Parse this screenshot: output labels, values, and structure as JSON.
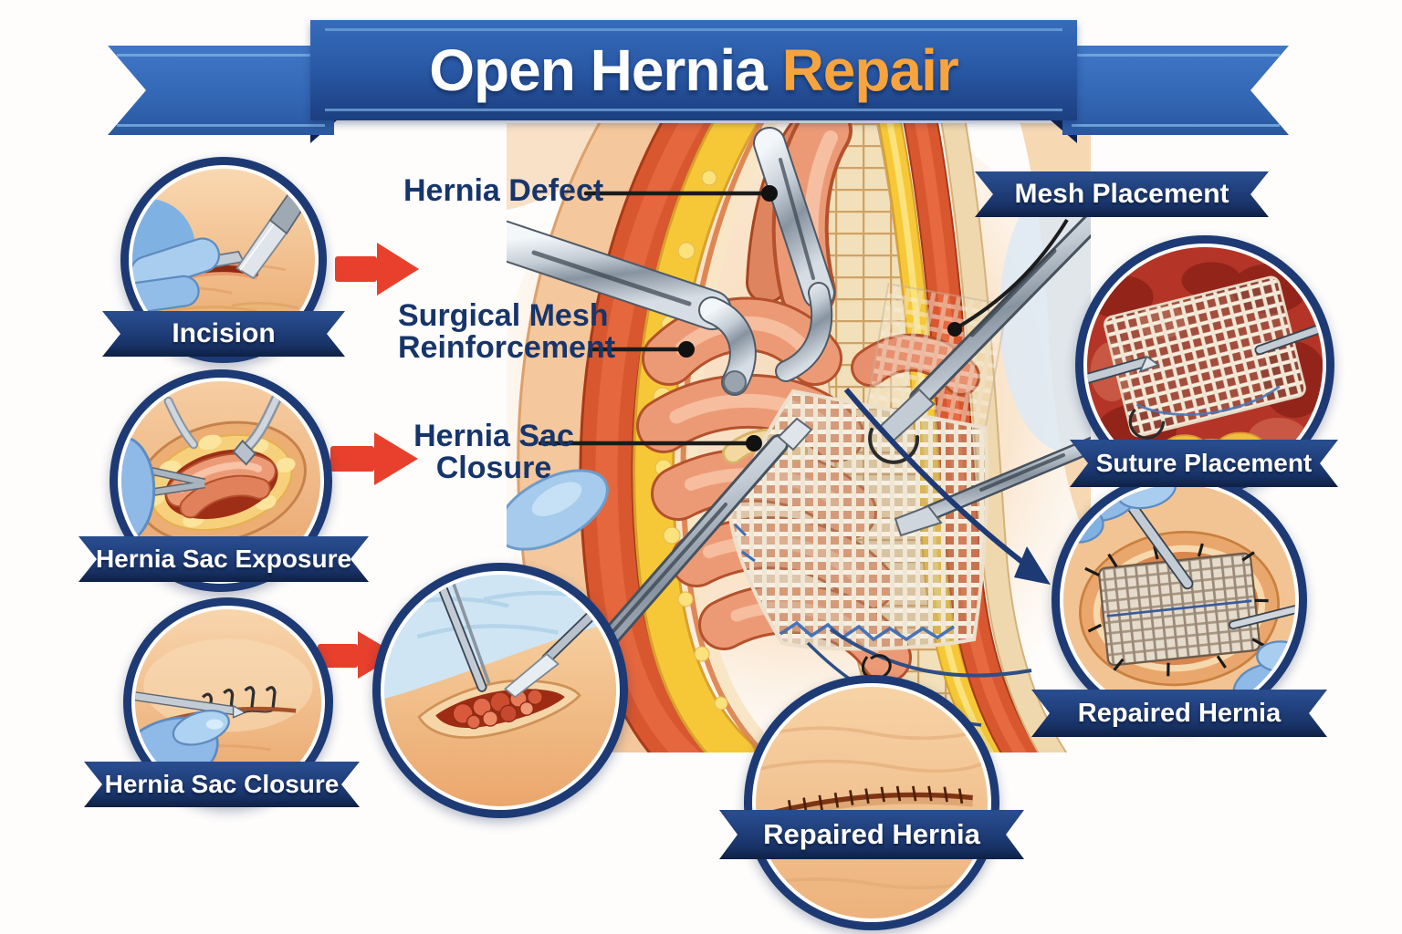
{
  "title": {
    "main": "Open Hernia ",
    "accent": "Repair"
  },
  "left_steps": [
    {
      "label": "Incision"
    },
    {
      "label": "Hernia Sac Exposure"
    },
    {
      "label": "Hernia Sac Closure"
    }
  ],
  "annotations": [
    {
      "label": "Hernia Defect"
    },
    {
      "label": "Surgical Mesh\nReinforcement"
    },
    {
      "label": "Hernia Sac\nClosure"
    }
  ],
  "right_steps": [
    {
      "label": "Mesh Placement"
    },
    {
      "label": "Suture Placement"
    },
    {
      "label": "Repaired Hernia"
    }
  ],
  "bottom_step": {
    "label": "Repaired Hernia"
  },
  "colors": {
    "ribbon_navy": "#1d3a74",
    "banner_blue": "#2a5aa8",
    "accent_orange": "#f7a33e",
    "arrow_red": "#e8402c",
    "label_navy": "#17356b",
    "skin": "#f4c79c",
    "fat_yellow": "#f6c838",
    "muscle_red": "#d8572f",
    "intestine": "#ec9a76",
    "glove_blue": "#a6cbec",
    "mesh_cream": "#f6efe2"
  }
}
